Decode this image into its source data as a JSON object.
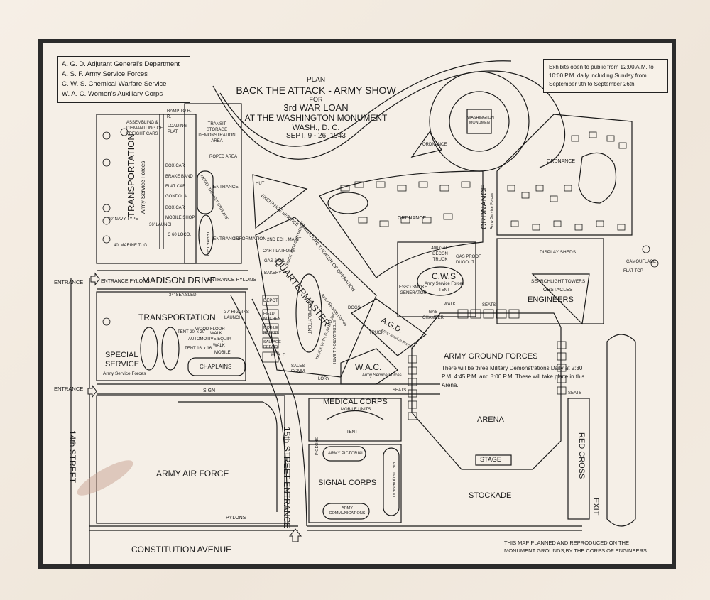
{
  "legend": [
    "A. G. D. Adjutant General's Department",
    "A. S. F. Army Service Forces",
    "C. W. S. Chemical Warfare Service",
    "W. A. C. Women's Auxiliary Corps"
  ],
  "title": {
    "line1": "PLAN",
    "line2": "BACK THE ATTACK - ARMY SHOW",
    "line3": "FOR",
    "line4": "3rd WAR LOAN",
    "line5": "AT THE WASHINGTON MONUMENT",
    "line6": "WASH., D. C.",
    "line7": "SEPT. 9 - 26, 1943"
  },
  "exhibit_note": "Exhibits open to public from 12:00 A.M. to 10:00 P.M. daily including Sunday from September 9th to September 26th.",
  "arena_note": "There will be three Military Demonstrations Daily at 2:30 P.M. 4:45 P.M. and 8:00 P.M. These will take place in this Arena.",
  "footer": "THIS MAP PLANNED AND REPRODUCED ON THE MONUMENT GROUNDS,BY THE CORPS OF ENGINEERS.",
  "streets": {
    "madison": "MADISON DRIVE",
    "fourteenth": "14th STREET",
    "fifteenth": "15th STREET ENTRANCE",
    "constitution": "CONSTITUTION AVENUE",
    "walk": "WALK"
  },
  "entrances": {
    "west_top": "ENTRANCE",
    "west_bottom": "ENTRANCE",
    "pylons_left": "ENTRANCE PYLONS",
    "pylons_right": "ENTRANCE PYLONS",
    "info_entrance": "ENTRANCE",
    "information": "INFORMATION",
    "model_entrance": "ENTRANCE",
    "exit": "EXIT"
  },
  "areas": {
    "transportation_main": "TRANSPORTATION",
    "transportation_sub": "Army Service Forces",
    "transportation_2": "TRANSPORTATION",
    "special_service": "SPECIAL SERVICE",
    "special_sub": "Army Service Forces",
    "chaplains": "CHAPLAINS",
    "army_air_force": "ARMY AIR FORCE",
    "pylons": "PYLONS",
    "medical_corps": "MEDICAL CORPS",
    "mobile_units": "MOBILE UNITS",
    "tent": "TENT",
    "signal_corps": "SIGNAL CORPS",
    "army_pictorial": "ARMY PICTORIAL",
    "army_communications": "ARMY COMMUNICATIONS",
    "field_equipment": "FIELD EQUIPMENT",
    "pigeons": "PIGEONS",
    "quartermaster": "QUARTERMASTER",
    "qm_sub": "Army Service Forces",
    "miniature_theater": "MINIATURE THEATER OF OPERATION",
    "assembly_tent": "ASSEMBLY TENT",
    "sterilization": "STERILIZATION & BATH",
    "truck_gun_1": "TRUCK WITH GUN MOUNT",
    "truck_gun_2": "TRUCK WITH GUN MOUNT",
    "dogs": "DOGS",
    "depot": "DEPOT",
    "field_kitchen": "FIELD KITCHEN",
    "mobile_refrig": "MOBILE REFRIG.",
    "salvage_repair": "SALVAGE REPAIR",
    "bakery": "BAKERY",
    "gas_oil": "GAS & OIL",
    "car_platform": "CAR PLATFORM",
    "ech_maint": "2ND ECH. MAINT",
    "sales_comm": "SALES COMM",
    "lory": "LORY",
    "hut": "HUT",
    "exchange_service": "EXCHANGE SERVICE",
    "wac": "W.A.C.",
    "wac_sub": "Army Service Forces",
    "agd": "A.G.D.",
    "agd_sub": "Army Service Forces",
    "truck": "TRUCK",
    "cws": "C.W.S",
    "cws_sub": "Army Service Forces",
    "cws_tent": "TENT",
    "decon_truck": "400 GAL. DECON TRUCK",
    "gas_proof": "GAS PROOF DUGOUT",
    "esso": "ESSO SMOKE GENERATOR",
    "gas_chamber": "GAS CHAMBER",
    "ordnance_1": "ORDNANCE",
    "ordnance_2": "ORDNANCE",
    "ordnance_3": "ORDNANCE",
    "ordnance_main": "ORDNANCE",
    "ordnance_sub": "Army Service Forces",
    "monument": "WASHINGTON MONUMENT",
    "engineers": "ENGINEERS",
    "searchlight": "SEARCHLIGHT TOWERS",
    "obstacles": "OBSTACLES",
    "display_sheds": "DISPLAY SHEDS",
    "camouflage": "CAMOUFLAGE",
    "flat_top": "FLAT TOP",
    "army_ground_forces": "ARMY GROUND FORCES",
    "arena": "ARENA",
    "stage": "STAGE",
    "stockade": "STOCKADE",
    "red_cross": "RED CROSS",
    "seats": "SEATS",
    "sign": "SIGN",
    "assembling": "ASSEMBLING & DISMANTLING OF FREIGHT CARS",
    "ramp": "RAMP TO R. R.",
    "loading_plat": "LOADING PLAT.",
    "transit_storage": "TRANSIT STORAGE DEMONSTRATION AREA",
    "model_storage": "MODEL TRANSIT STORAGE",
    "roped_area": "ROPED AREA",
    "box_car_1": "BOX CAR",
    "brake_band": "BRAKE BAND",
    "flat_car": "FLAT CAR",
    "gondola": "GONDOLA",
    "box_car_2": "BOX CAR",
    "mobile_shop": "MOBILE SHOP",
    "launch_36": "36' LAUNCH",
    "loco": "C 60 LOCO.",
    "theme_tent": "THEME TENT",
    "navy_type": "40' NAVY TYPE",
    "marine_tug": "40' MARINE TUG",
    "sea_sled": "34' SEA SLED",
    "higgins": "37' HIGGINS LAUNCH",
    "wood_floor": "WOOD FLOOR",
    "auto_equip": "AUTOMOTIVE EQUIP.",
    "walk2": "WALK",
    "mobile": "MOBILE",
    "tent1616": "TENT 16' x 16'",
    "tent2020": "TENT 20' x 20'",
    "mhd": "M. H. D."
  },
  "colors": {
    "ink": "#1a1a1a",
    "paper": "#f5efe7",
    "frame": "#2b2b2b",
    "stain": "#c49a88"
  }
}
